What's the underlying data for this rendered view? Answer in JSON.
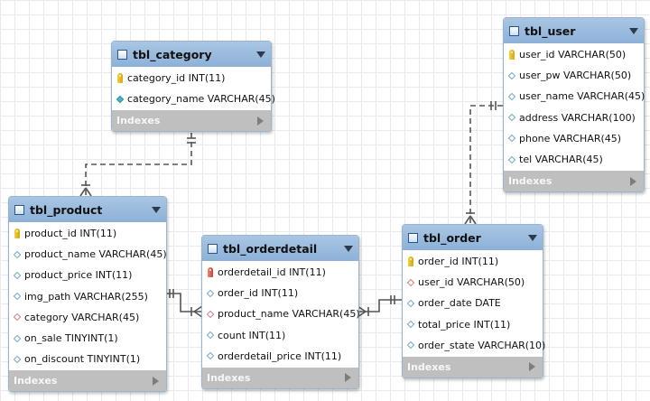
{
  "tables": {
    "category": {
      "name": "tbl_category",
      "columns": [
        {
          "text": "category_id INT(11)",
          "icon": "primary-key-icon"
        },
        {
          "text": "category_name VARCHAR(45)",
          "icon": "filled-diamond-icon"
        }
      ],
      "indexes_label": "Indexes"
    },
    "user": {
      "name": "tbl_user",
      "columns": [
        {
          "text": "user_id VARCHAR(50)",
          "icon": "primary-key-icon"
        },
        {
          "text": "user_pw VARCHAR(50)",
          "icon": "diamond-icon"
        },
        {
          "text": "user_name VARCHAR(45)",
          "icon": "diamond-icon"
        },
        {
          "text": "address VARCHAR(100)",
          "icon": "diamond-icon"
        },
        {
          "text": "phone VARCHAR(45)",
          "icon": "diamond-icon"
        },
        {
          "text": "tel VARCHAR(45)",
          "icon": "diamond-icon"
        }
      ],
      "indexes_label": "Indexes"
    },
    "product": {
      "name": "tbl_product",
      "columns": [
        {
          "text": "product_id INT(11)",
          "icon": "primary-key-icon"
        },
        {
          "text": "product_name VARCHAR(45)",
          "icon": "diamond-icon"
        },
        {
          "text": "product_price INT(11)",
          "icon": "diamond-icon"
        },
        {
          "text": "img_path VARCHAR(255)",
          "icon": "diamond-icon"
        },
        {
          "text": "category VARCHAR(45)",
          "icon": "foreign-key-diamond-icon"
        },
        {
          "text": "on_sale TINYINT(1)",
          "icon": "diamond-icon"
        },
        {
          "text": "on_discount TINYINT(1)",
          "icon": "diamond-icon"
        }
      ],
      "indexes_label": "Indexes"
    },
    "orderdetail": {
      "name": "tbl_orderdetail",
      "columns": [
        {
          "text": "orderdetail_id INT(11)",
          "icon": "primary-key-icon-red"
        },
        {
          "text": "order_id INT(11)",
          "icon": "diamond-icon"
        },
        {
          "text": "product_name VARCHAR(45)",
          "icon": "foreign-key-diamond-icon"
        },
        {
          "text": "count INT(11)",
          "icon": "diamond-icon"
        },
        {
          "text": "orderdetail_price INT(11)",
          "icon": "diamond-icon"
        }
      ],
      "indexes_label": "Indexes"
    },
    "order": {
      "name": "tbl_order",
      "columns": [
        {
          "text": "order_id INT(11)",
          "icon": "primary-key-icon"
        },
        {
          "text": "user_id VARCHAR(50)",
          "icon": "foreign-key-diamond-icon"
        },
        {
          "text": "order_date DATE",
          "icon": "diamond-icon"
        },
        {
          "text": "total_price INT(11)",
          "icon": "diamond-icon"
        },
        {
          "text": "order_state VARCHAR(10)",
          "icon": "diamond-icon"
        }
      ],
      "indexes_label": "Indexes"
    }
  },
  "relationships": [
    {
      "from": "tbl_category",
      "to": "tbl_product",
      "type": "one-to-many"
    },
    {
      "from": "tbl_user",
      "to": "tbl_order",
      "type": "one-to-many"
    },
    {
      "from": "tbl_product",
      "to": "tbl_orderdetail",
      "type": "one-to-many"
    },
    {
      "from": "tbl_order",
      "to": "tbl_orderdetail",
      "type": "one-to-many"
    }
  ],
  "colors": {
    "header_top": "#a9c6e4",
    "header_bottom": "#8db1d7",
    "indexes_bar": "#bfbfbf",
    "connector": "#555555"
  }
}
